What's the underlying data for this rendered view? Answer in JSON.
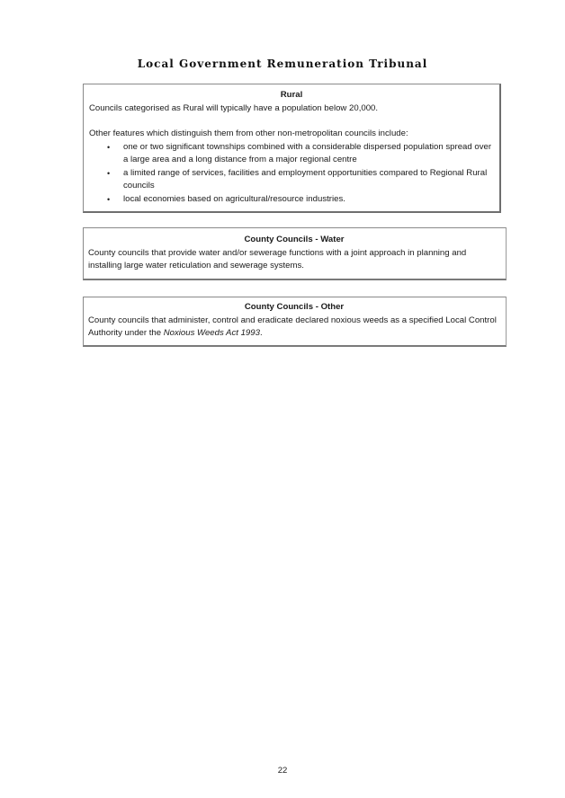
{
  "document": {
    "title": "Local Government Remuneration Tribunal",
    "page_number": "22"
  },
  "rural": {
    "heading": "Rural",
    "intro": "Councils categorised as Rural will typically have a population below 20,000.",
    "features_intro": "Other features which distinguish them from other non-metropolitan councils include:",
    "bullet_glyph": "•",
    "features": [
      {
        "text": "one or two significant townships combined with a considerable dispersed population spread over a large area and a long distance from a major regional centre"
      },
      {
        "text": "a limited range of services, facilities and employment opportunities compared to Regional Rural councils"
      },
      {
        "text": "local economies based on agricultural/resource industries."
      }
    ]
  },
  "county_water": {
    "heading": "County Councils - Water",
    "body": "County councils that provide water and/or sewerage functions with a joint approach in planning and installing large water reticulation and sewerage systems."
  },
  "county_other": {
    "heading": "County Councils - Other",
    "body_before": "County councils that administer, control and eradicate declared noxious weeds as a specified Local Control Authority under the ",
    "act_name": "Noxious Weeds Act 1993",
    "body_after": "."
  }
}
